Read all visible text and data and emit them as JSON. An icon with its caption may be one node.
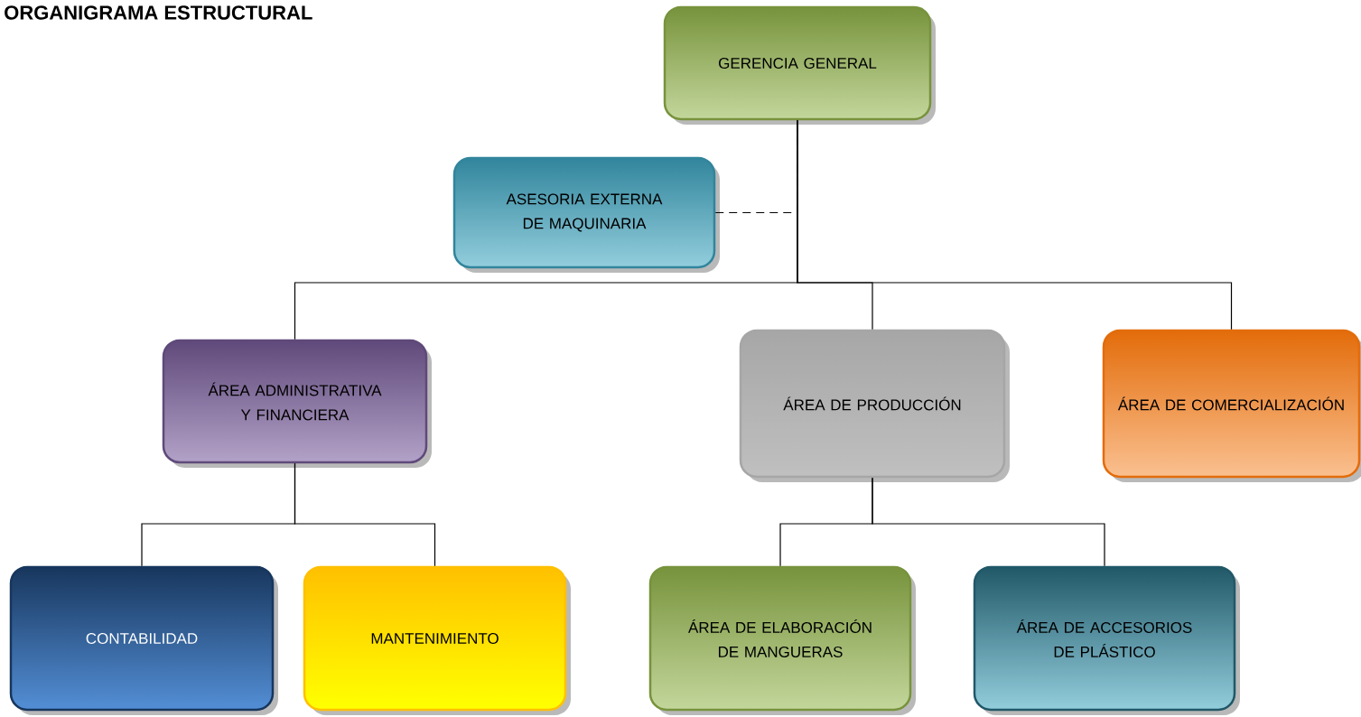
{
  "diagram": {
    "title": "ORGANIGRAMA ESTRUCTURAL",
    "nodes": [
      {
        "text": [
          "GERENCIA GENERAL"
        ]
      },
      {
        "text": [
          "ASESORIA EXTERNA DE MAQUINARIA"
        ]
      },
      {
        "text": [
          "ÁREA ADMINISTRATIVA Y FINANCIERA"
        ]
      },
      {
        "text": [
          "ÁREA DE PRODUCCIÓN"
        ]
      },
      {
        "text": [
          "ÁREA DE COMERCIALIZACIÓN"
        ]
      },
      {
        "text": [
          "CONTABILIDAD"
        ]
      },
      {
        "text": [
          "MANTENIMIENTO"
        ]
      },
      {
        "text": [
          "ÁREA DE ELABORACIÓN DE MANGUERAS"
        ]
      },
      {
        "text": [
          "ÁREA DE ACCESORIOS DE PLÁSTICO"
        ]
      }
    ],
    "edges": [
      {
        "from": 1,
        "to": 0,
        "arrow": "none",
        "style": "dashed"
      },
      {
        "from": 0,
        "to": 2,
        "arrow": "none"
      },
      {
        "from": 0,
        "to": 3,
        "arrow": "none"
      },
      {
        "from": 0,
        "to": 4,
        "arrow": "none"
      },
      {
        "from": 2,
        "to": 5,
        "arrow": "none"
      },
      {
        "from": 2,
        "to": 6,
        "arrow": "none"
      },
      {
        "from": 3,
        "to": 7,
        "arrow": "none"
      },
      {
        "from": 3,
        "to": 8,
        "arrow": "none"
      }
    ]
  }
}
